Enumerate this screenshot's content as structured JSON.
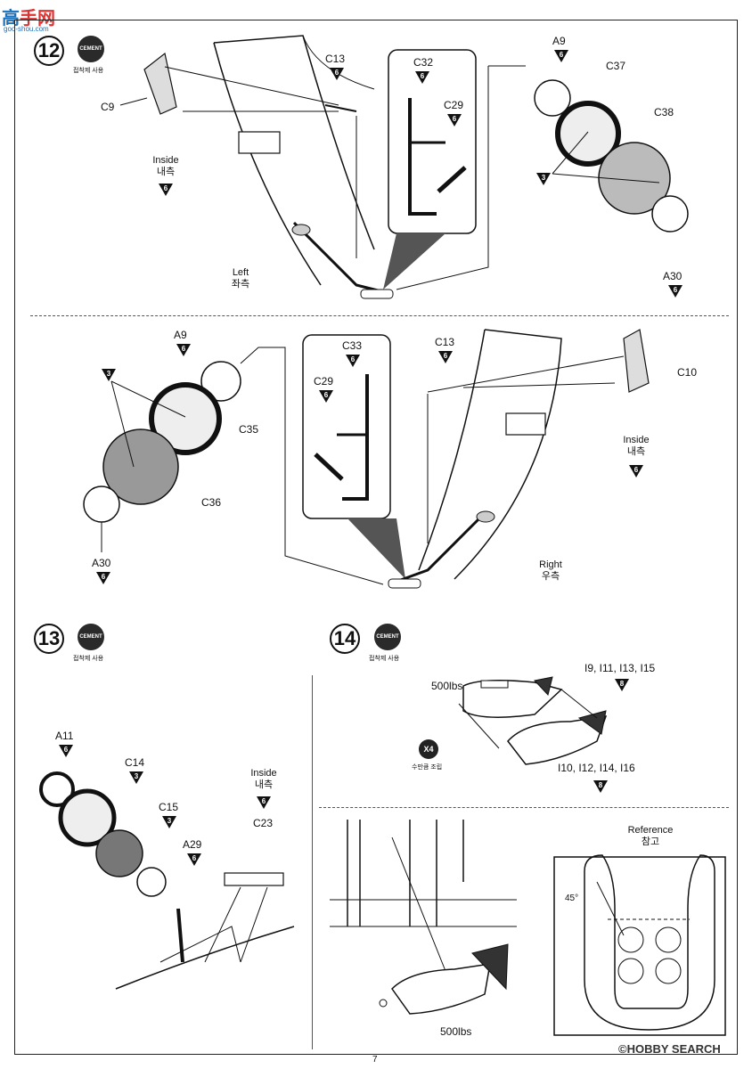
{
  "header": {
    "logo_text": "高",
    "logo_text2": "手网",
    "logo_url": "goo-shou.com"
  },
  "steps": [
    {
      "number": "12",
      "cement": "CEMENT",
      "cement_label": "접착제 사용"
    },
    {
      "number": "13",
      "cement": "CEMENT",
      "cement_label": "접착제 사용"
    },
    {
      "number": "14",
      "cement": "CEMENT",
      "cement_label": "접착제 사용"
    }
  ],
  "step12": {
    "c9": "C9",
    "c13": "C13",
    "c13_n": "6",
    "c32": "C32",
    "c32_n": "6",
    "c29": "C29",
    "c29_n": "6",
    "a9": "A9",
    "a9_n": "6",
    "c37": "C37",
    "c38": "C38",
    "three": "3",
    "a30": "A30",
    "a30_n": "6",
    "inside": "Inside",
    "inside_kr": "내측",
    "inside_n": "6",
    "left": "Left",
    "left_kr": "좌측"
  },
  "step12b": {
    "a9": "A9",
    "a9_n": "6",
    "three": "3",
    "c35": "C35",
    "c36": "C36",
    "a30": "A30",
    "a30_n": "6",
    "c33": "C33",
    "c33_n": "6",
    "c29": "C29",
    "c29_n": "6",
    "c13": "C13",
    "c13_n": "6",
    "c10": "C10",
    "inside": "Inside",
    "inside_kr": "내측",
    "inside_n": "6",
    "right": "Right",
    "right_kr": "우측"
  },
  "step13": {
    "a11": "A11",
    "a11_n": "6",
    "c14": "C14",
    "c14_n": "3",
    "c15": "C15",
    "c15_n": "3",
    "a29": "A29",
    "a29_n": "6",
    "inside": "Inside",
    "inside_kr": "내측",
    "inside_n": "6",
    "c23": "C23"
  },
  "step14": {
    "bomb_lbl": "500lbs",
    "top_parts": "I9, I11, I13, I15",
    "top_n": "8",
    "bottom_parts": "I10, I12, I14, I16",
    "bottom_n": "8",
    "x4": "X4",
    "x4_label": "수만큼 조립",
    "bomb_lbl2": "500lbs",
    "reference": "Reference",
    "reference_kr": "참고",
    "angle": "45°"
  },
  "footer": {
    "page": "7",
    "watermark": "©HOBBY SEARCH"
  }
}
